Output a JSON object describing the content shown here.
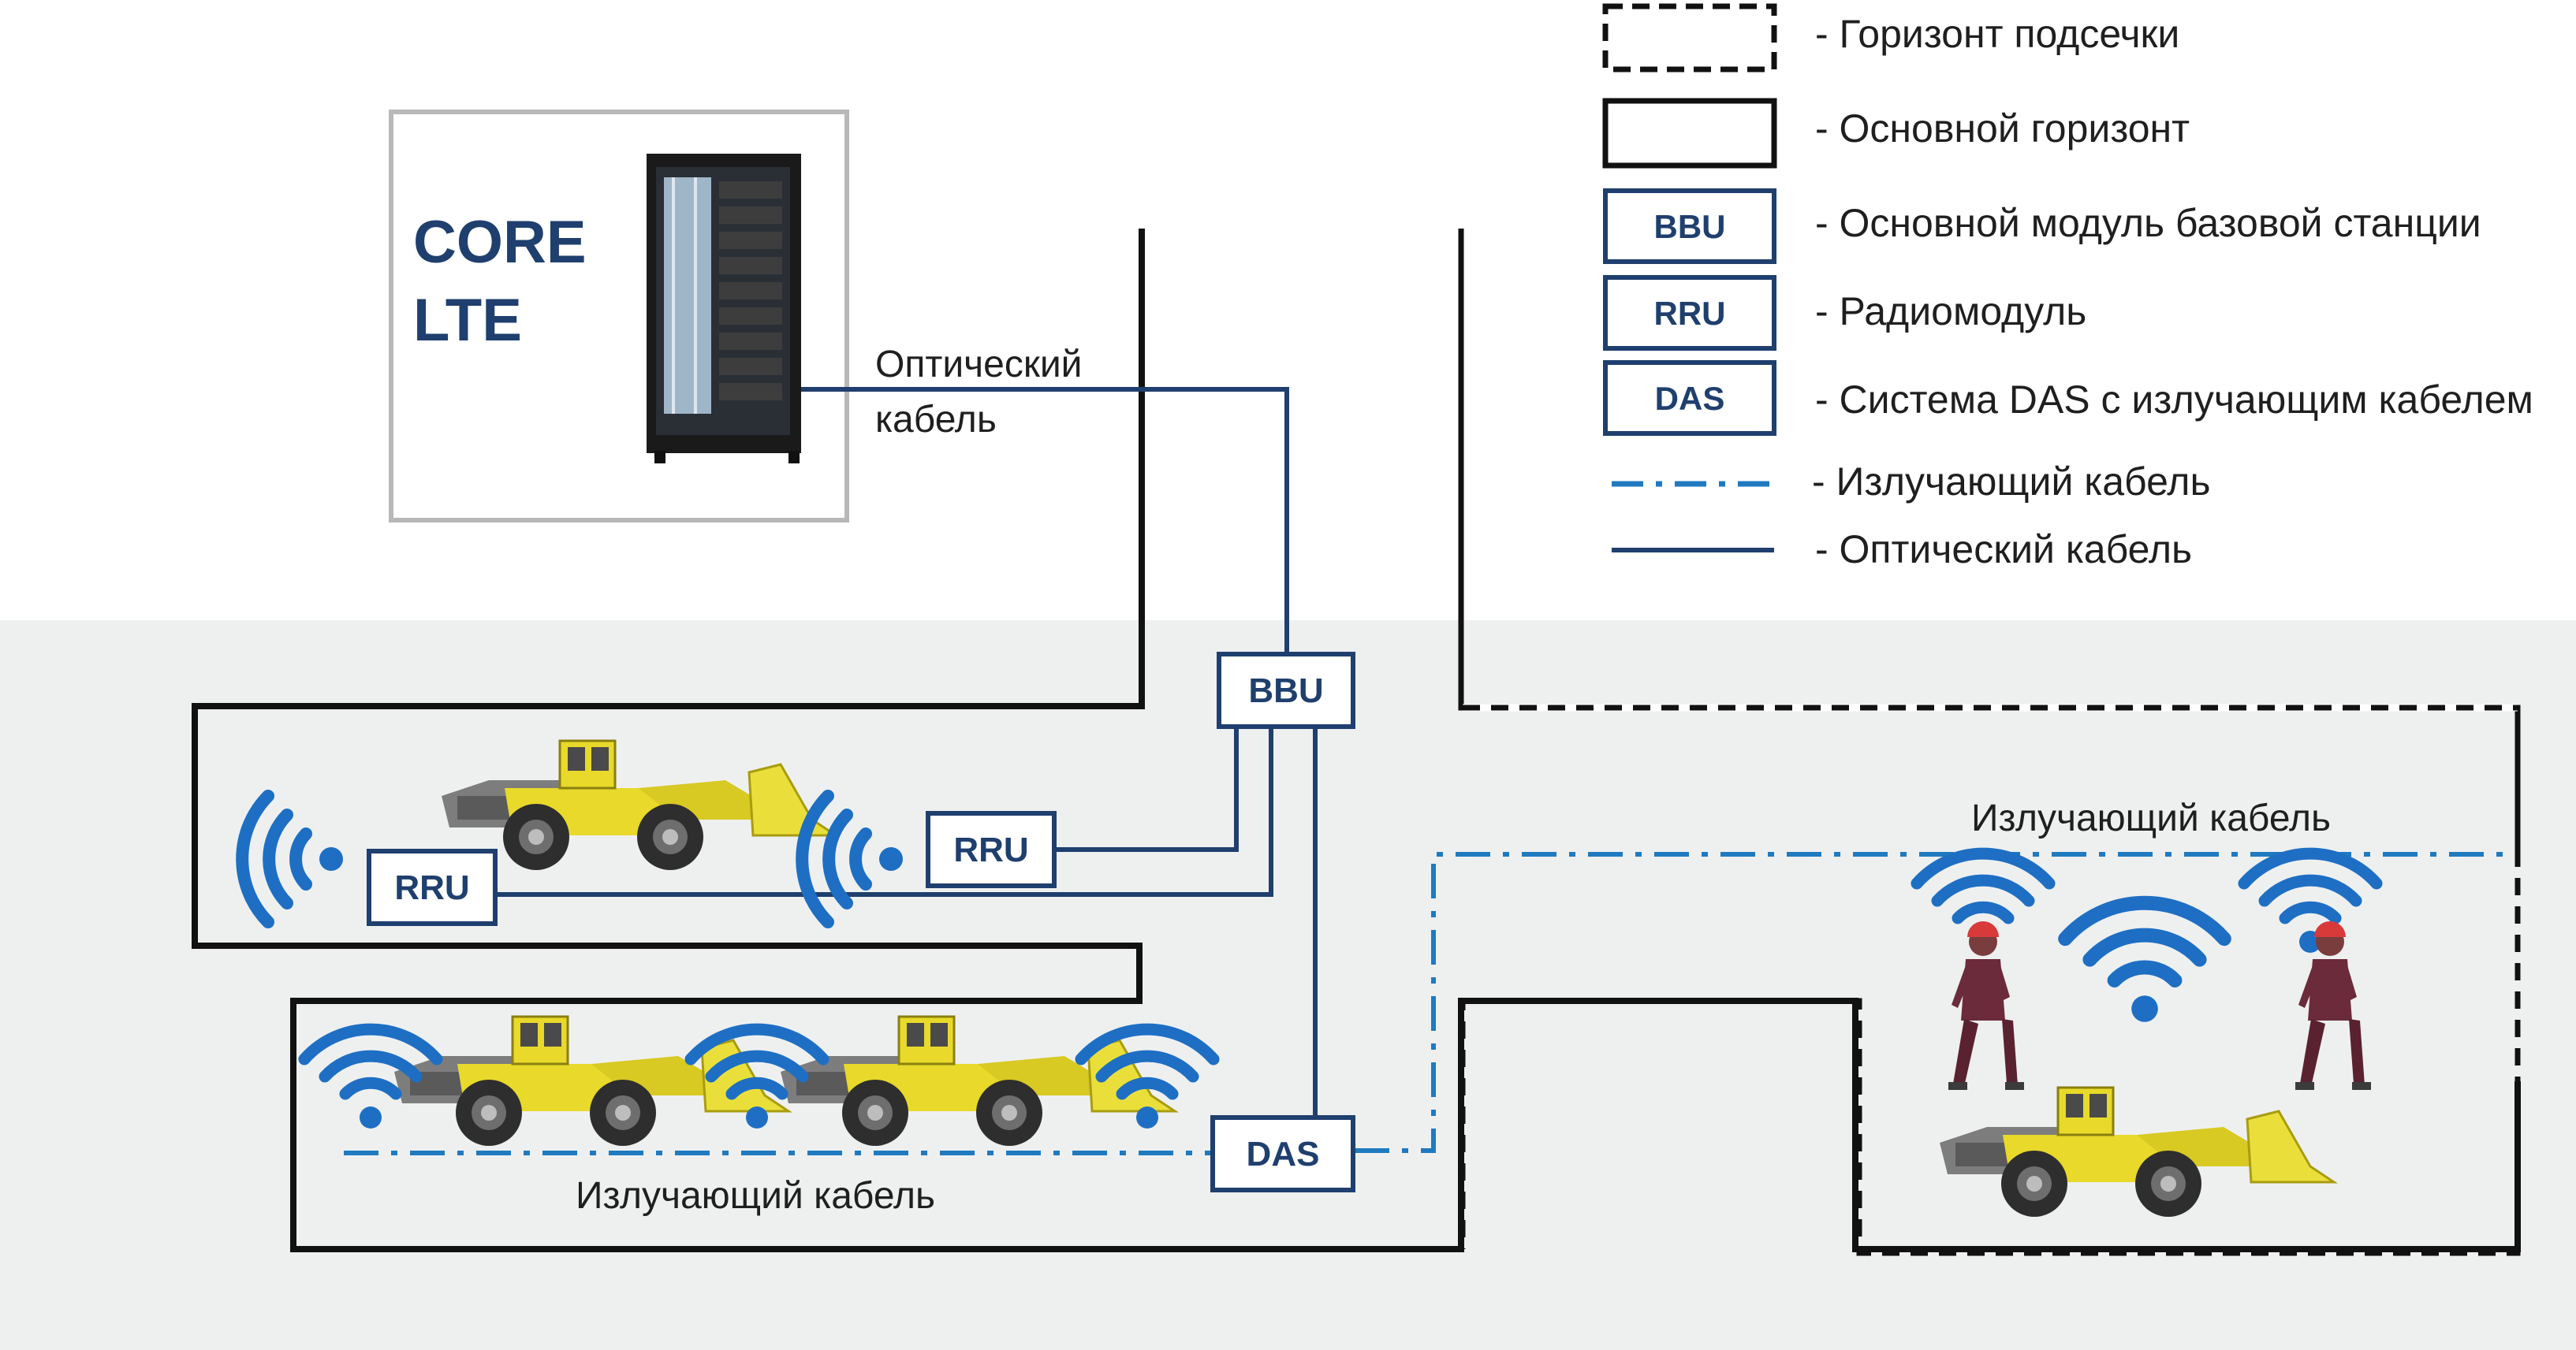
{
  "core": {
    "line1": "CORE",
    "line2": "LTE"
  },
  "labels": {
    "optical_line1": "Оптический",
    "optical_line2": "кабель",
    "radiating_left": "Излучающий кабель",
    "radiating_right": "Излучающий кабель"
  },
  "boxes": {
    "bbu": "BBU",
    "rru_1": "RRU",
    "rru_2": "RRU",
    "das": "DAS"
  },
  "legend": [
    {
      "key": "sublevel",
      "symbol": "",
      "text": "- Горизонт подсечки"
    },
    {
      "key": "main_level",
      "symbol": "",
      "text": "- Основной горизонт"
    },
    {
      "key": "bbu",
      "symbol": "BBU",
      "text": "- Основной модуль базовой станции"
    },
    {
      "key": "rru",
      "symbol": "RRU",
      "text": "- Радиомодуль"
    },
    {
      "key": "das",
      "symbol": "DAS",
      "text": "- Система DAS с излучающим кабелем"
    },
    {
      "key": "radiating",
      "symbol": "",
      "text": "- Излучающий кабель"
    },
    {
      "key": "optical",
      "symbol": "",
      "text": "- Оптический кабель"
    }
  ],
  "colors": {
    "navy": "#1f3f6e",
    "radiating_blue": "#1f7ac0",
    "wifi_blue": "#1e6fc4",
    "ground": "#eef0f0",
    "loader_yellow": "#e8d92a",
    "loader_gray": "#8a8a8a",
    "worker_maroon": "#6b2b3b",
    "helmet_red": "#d83a3a"
  },
  "icons": {
    "server_rack": "server-rack-icon",
    "wifi": "wifi-icon",
    "loader": "mining-loader-icon",
    "worker": "worker-icon"
  }
}
